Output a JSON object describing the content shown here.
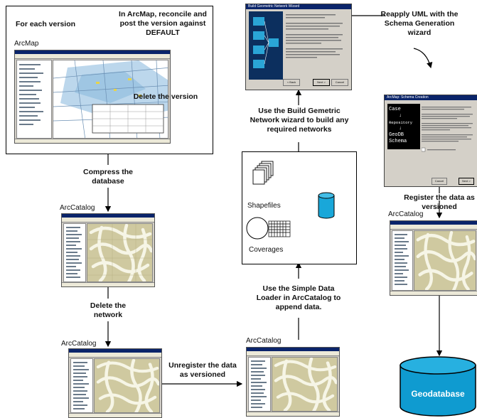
{
  "steps": {
    "for_each_version": "For each version",
    "reconcile_post": "In ArcMap, reconcile and post the version against DEFAULT",
    "delete_version": "Delete the version",
    "compress_database": "Compress the database",
    "delete_network": "Delete the network",
    "unregister": "Unregister the data as versioned",
    "simple_data_loader": "Use the Simple Data Loader in ArcCatalog to append data.",
    "build_network": "Use the Build Gemetric Network wizard to build any required networks",
    "reapply_uml": "Reapply UML with the Schema Generation wizard",
    "register_versioned": "Register the data as versioned"
  },
  "labels": {
    "arcmap": "ArcMap",
    "arccatalog_1": "ArcCatalog",
    "arccatalog_2": "ArcCatalog",
    "arccatalog_3": "ArcCatalog",
    "arccatalog_4": "ArcCatalog",
    "shapefiles": "Shapefiles",
    "coverages": "Coverages",
    "geodatabase": "Geodatabase"
  },
  "wizards": {
    "network_title": "Build Geometric Network Wizard",
    "network_next": "Next >",
    "network_cancel": "Cancel",
    "network_back": "< Back",
    "schema_title": "ArcMap: Schema Creation",
    "schema_case": "Case",
    "schema_repository": "Repository",
    "schema_geodb": "GeoDB",
    "schema_schema": "Schema",
    "schema_next": "Next >",
    "schema_cancel": "Cancel"
  },
  "colors": {
    "geodatabase_fill": "#0f9bd0",
    "cylinder_fill": "#19a7d9",
    "map_street": "#e8e6c8",
    "map_parcel": "#cfc9a0"
  }
}
